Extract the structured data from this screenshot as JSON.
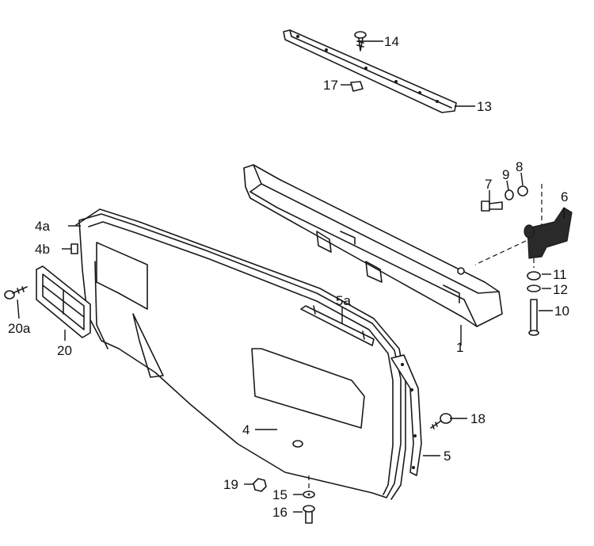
{
  "diagram": {
    "callouts": {
      "c1": "1",
      "c4": "4",
      "c4a": "4a",
      "c4b": "4b",
      "c5": "5",
      "c5a": "5a",
      "c6": "6",
      "c7": "7",
      "c8": "8",
      "c9": "9",
      "c10": "10",
      "c11": "11",
      "c12": "12",
      "c13": "13",
      "c14": "14",
      "c15": "15",
      "c16": "16",
      "c17": "17",
      "c18": "18",
      "c19": "19",
      "c20": "20",
      "c20a": "20a"
    }
  }
}
